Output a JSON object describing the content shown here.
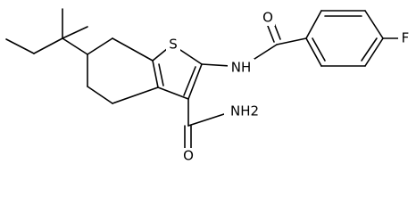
{
  "labels": {
    "S": "S",
    "F": "F",
    "O_amide_top": "O",
    "O_amide_bottom": "O",
    "NH": "NH",
    "NH2": "NH2"
  },
  "colors": {
    "bond": "#000000",
    "text": "#000000",
    "background": "#ffffff"
  }
}
